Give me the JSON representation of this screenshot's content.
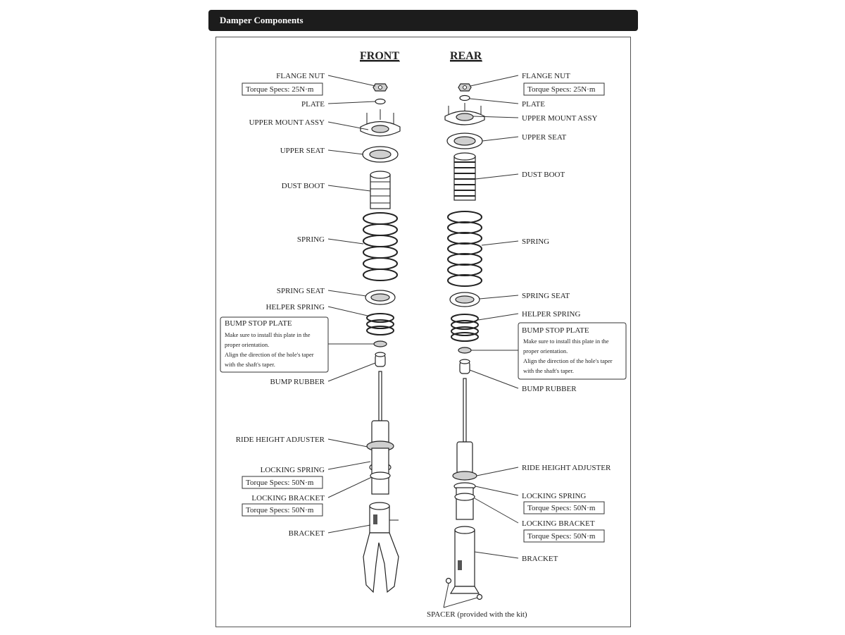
{
  "header": {
    "title": "Damper Components"
  },
  "front": {
    "heading": "FRONT",
    "labels": {
      "flange_nut": "FLANGE NUT",
      "torque_flange": "Torque Specs: 25N·m",
      "plate": "PLATE",
      "upper_mount": "UPPER MOUNT ASSY",
      "upper_seat": "UPPER SEAT",
      "dust_boot": "DUST BOOT",
      "spring": "SPRING",
      "spring_seat": "SPRING SEAT",
      "helper_spring": "HELPER SPRING",
      "bump_stop_plate": "BUMP STOP PLATE",
      "bump_note_1": "Make sure to install this plate in the",
      "bump_note_2": "proper orientation.",
      "bump_note_3": "Align the direction of the hole's taper",
      "bump_note_4": "with the shaft's taper.",
      "bump_rubber": "BUMP RUBBER",
      "ride_height": "RIDE HEIGHT ADJUSTER",
      "locking_spring": "LOCKING SPRING",
      "torque_locking_spring": "Torque Specs: 50N·m",
      "locking_bracket": "LOCKING BRACKET",
      "torque_locking_bracket": "Torque Specs: 50N·m",
      "bracket": "BRACKET"
    }
  },
  "rear": {
    "heading": "REAR",
    "labels": {
      "flange_nut": "FLANGE NUT",
      "torque_flange": "Torque Specs: 25N·m",
      "plate": "PLATE",
      "upper_mount": "UPPER MOUNT ASSY",
      "upper_seat": "UPPER SEAT",
      "dust_boot": "DUST BOOT",
      "spring": "SPRING",
      "spring_seat": "SPRING SEAT",
      "helper_spring": "HELPER SPRING",
      "bump_stop_plate": "BUMP STOP PLATE",
      "bump_note_1": "Make sure to install this plate in the",
      "bump_note_2": "proper orientation.",
      "bump_note_3": "Align the direction of the hole's taper",
      "bump_note_4": "with the shaft's taper.",
      "bump_rubber": "BUMP RUBBER",
      "ride_height": "RIDE HEIGHT ADJUSTER",
      "locking_spring": "LOCKING SPRING",
      "torque_locking_spring": "Torque Specs: 50N·m",
      "locking_bracket": "LOCKING BRACKET",
      "torque_locking_bracket": "Torque Specs: 50N·m",
      "bracket": "BRACKET",
      "spacer": "SPACER (provided with the kit)"
    }
  }
}
